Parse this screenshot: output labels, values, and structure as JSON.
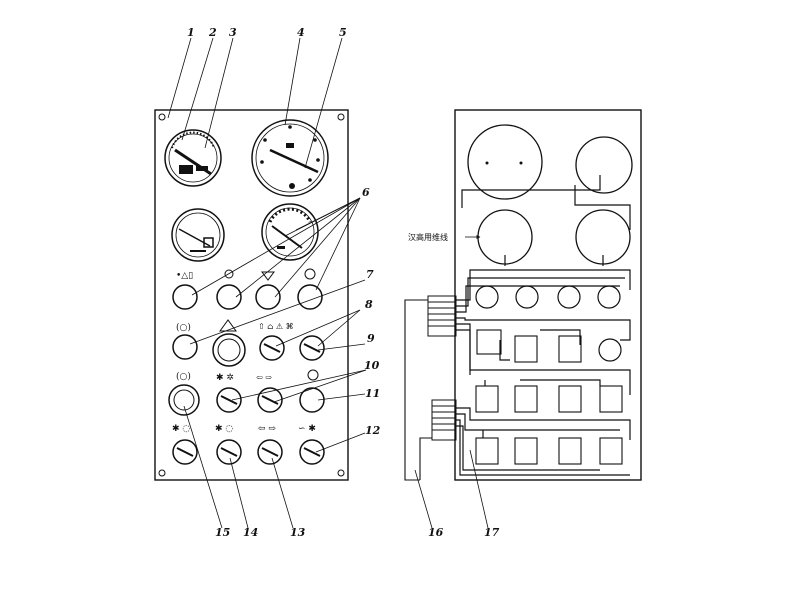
{
  "callouts": [
    "1",
    "2",
    "3",
    "4",
    "5",
    "6",
    "7",
    "8",
    "9",
    "10",
    "11",
    "12",
    "13",
    "14",
    "15",
    "16",
    "17"
  ],
  "wiring_label": "汉高用维线"
}
